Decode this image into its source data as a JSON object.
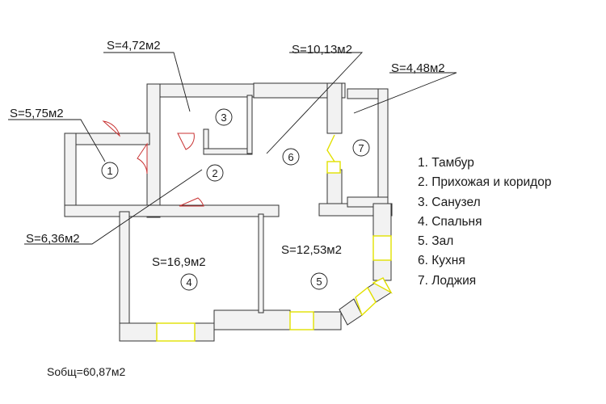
{
  "plan": {
    "areas": {
      "tambur": "S=5,75м2",
      "corridor": "S=6,36м2",
      "bathroom": "S=4,72м2",
      "kitchen": "S=10,13м2",
      "loggia": "S=4,48м2",
      "bedroom": "S=16,9м2",
      "hall": "S=12,53м2"
    },
    "room_numbers": [
      "1",
      "2",
      "3",
      "4",
      "5",
      "6",
      "7"
    ]
  },
  "legend": [
    "1. Тамбур",
    "2. Прихожая и коридор",
    "3. Санузел",
    "4. Спальня",
    "5. Зал",
    "6. Кухня",
    "7. Лоджия"
  ],
  "total": "Sобщ=60,87м2",
  "colors": {
    "wall_fill": "#f2f2f2",
    "wall_stroke": "#333333",
    "window": "#e2e000",
    "door": "#c83232",
    "lines": "#1a1a1a"
  }
}
